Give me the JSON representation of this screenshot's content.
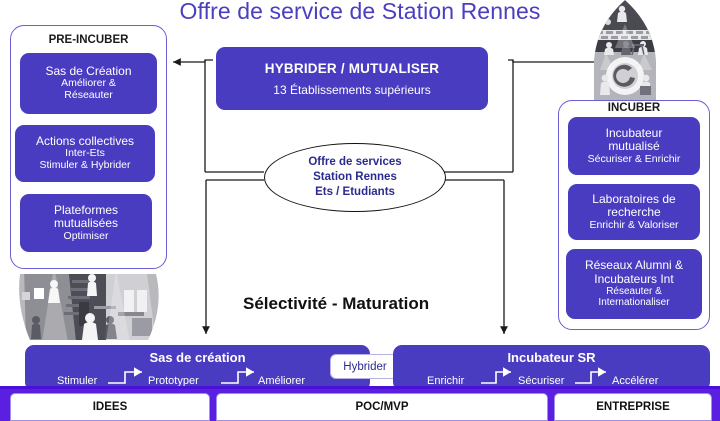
{
  "title": "Offre de service de Station Rennes",
  "colors": {
    "title_purple": "#4a3fc0",
    "box_purple": "#4a3cc0",
    "strip_purple": "#5a1fe0",
    "ellipse_text": "#2b2b8f",
    "outline_purple": "#6a5fd0"
  },
  "pre_incuber": {
    "heading": "PRE-INCUBER",
    "items": [
      {
        "line1": "Sas de Création",
        "line2": "Améliorer &",
        "line3": "Réseauter"
      },
      {
        "line1": "Actions collectives",
        "line2": "Inter-Ets",
        "line3": "Stimuler & Hybrider"
      },
      {
        "line1": "Plateformes",
        "line2": "mutualisées",
        "line3": "Optimiser"
      }
    ]
  },
  "incuber": {
    "heading": "INCUBER",
    "items": [
      {
        "line1": "Incubateur",
        "line2": "mutualisé",
        "line3": "Sécuriser & Enrichir"
      },
      {
        "line1": "Laboratoires de",
        "line2": "recherche",
        "line3": "Enrichir & Valoriser"
      },
      {
        "line1": "Réseaux Alumni &",
        "line2": "Incubateurs Int",
        "line3": "Réseauter &",
        "line4": "Internationaliser"
      }
    ]
  },
  "banner": {
    "title": "HYBRIDER / MUTUALISER",
    "subtitle": "13 Établissements supérieurs"
  },
  "ellipse": {
    "line1": "Offre de services",
    "line2": "Station Rennes",
    "line3": "Ets / Etudiants"
  },
  "selectivity": "Sélectivité - Maturation",
  "process_left": {
    "title": "Sas de création",
    "steps": [
      "Stimuler",
      "Prototyper",
      "Améliorer"
    ]
  },
  "process_right": {
    "title": "Incubateur SR",
    "steps": [
      "Enrichir",
      "Sécuriser",
      "Accélérer"
    ]
  },
  "hybrider_chip": "Hybrider",
  "stages": [
    "IDEES",
    "POC/MVP",
    "ENTREPRISE"
  ],
  "illustrations": {
    "coworking": "coworking-illustration",
    "rocket": "rocket-incubator-illustration"
  }
}
